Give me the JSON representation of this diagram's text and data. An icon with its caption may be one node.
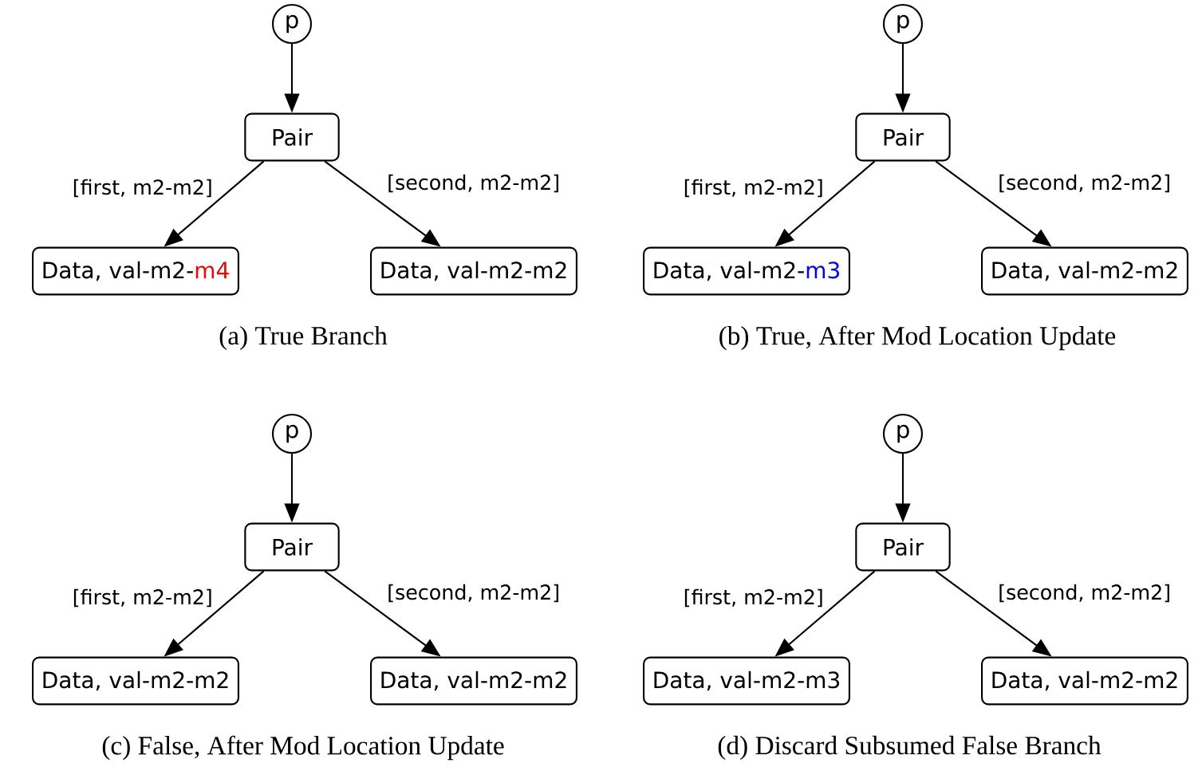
{
  "diagram": {
    "nodes": [
      {
        "text": [
          "p"
        ]
      },
      {
        "text": [
          "Pair"
        ]
      },
      {
        "text": [
          "Data, val-m2-",
          "m4"
        ]
      },
      {
        "text": [
          "Data, val-m2-m2"
        ]
      },
      {
        "text": [
          "p"
        ]
      },
      {
        "text": [
          "Pair"
        ]
      },
      {
        "text": [
          "Data, val-m2-",
          "m3"
        ]
      },
      {
        "text": [
          "Data, val-m2-m2"
        ]
      },
      {
        "text": [
          "p"
        ]
      },
      {
        "text": [
          "Pair"
        ]
      },
      {
        "text": [
          "Data, val-m2-m2"
        ]
      },
      {
        "text": [
          "Data, val-m2-m2"
        ]
      },
      {
        "text": [
          "p"
        ]
      },
      {
        "text": [
          "Pair"
        ]
      },
      {
        "text": [
          "Data, val-m2-m3"
        ]
      },
      {
        "text": [
          "Data, val-m2-m2"
        ]
      }
    ],
    "edges": [
      {
        "from": 0,
        "to": 1,
        "arrow": "to"
      },
      {
        "from": 1,
        "to": 2,
        "arrow": "to",
        "label": "[first, m2-m2]"
      },
      {
        "from": 1,
        "to": 3,
        "arrow": "to",
        "label": "[second, m2-m2]"
      },
      {
        "from": 4,
        "to": 5,
        "arrow": "to"
      },
      {
        "from": 5,
        "to": 6,
        "arrow": "to",
        "label": "[first, m2-m2]"
      },
      {
        "from": 5,
        "to": 7,
        "arrow": "to",
        "label": "[second, m2-m2]"
      },
      {
        "from": 8,
        "to": 9,
        "arrow": "to"
      },
      {
        "from": 9,
        "to": 10,
        "arrow": "to",
        "label": "[first, m2-m2]"
      },
      {
        "from": 9,
        "to": 11,
        "arrow": "to",
        "label": "[second, m2-m2]"
      },
      {
        "from": 12,
        "to": 13,
        "arrow": "to"
      },
      {
        "from": 13,
        "to": 14,
        "arrow": "to",
        "label": "[first, m2-m2]"
      },
      {
        "from": 13,
        "to": 15,
        "arrow": "to",
        "label": "[second, m2-m2]"
      }
    ],
    "labels": [
      "(a)  True Branch",
      "(b)  True, After Mod Location Update",
      "(c)  False, After Mod Location Update",
      "(d)  Discard Subsumed False Branch"
    ]
  }
}
